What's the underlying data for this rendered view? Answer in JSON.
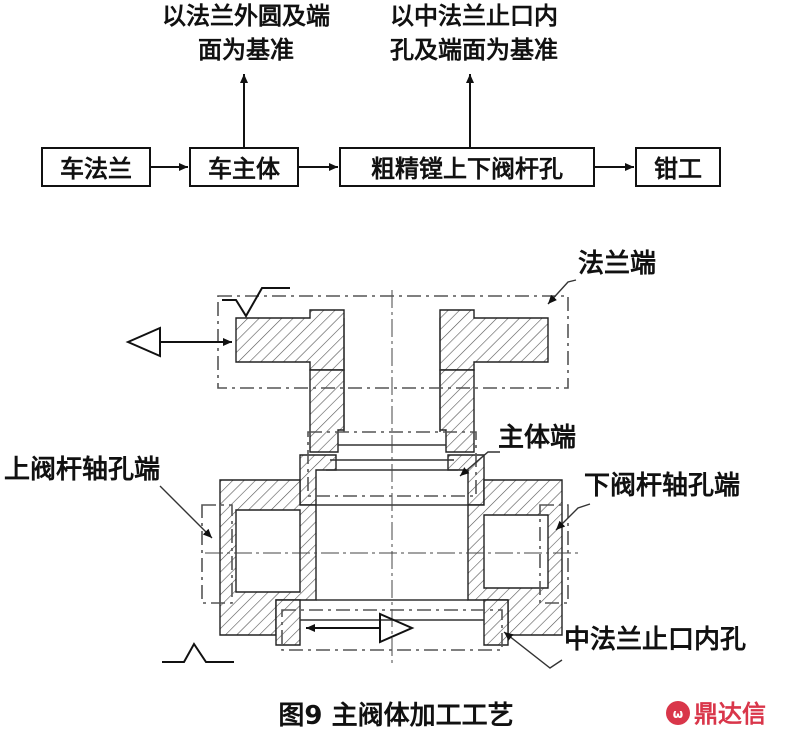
{
  "process_flow": {
    "steps": [
      "车法兰",
      "车主体",
      "粗精镗上下阀杆孔",
      "钳工"
    ],
    "notes": {
      "flange_basis": [
        "以法兰外圆及端",
        "面为基准"
      ],
      "middle_flange_basis": [
        "以中法兰止口内",
        "孔及端面为基准"
      ]
    }
  },
  "drawing": {
    "labels": {
      "flange_end": "法兰端",
      "body_end": "主体端",
      "upper_stem_hole_end": "上阀杆轴孔端",
      "lower_stem_hole_end": "下阀杆轴孔端",
      "middle_flange_bore": "中法兰止口内孔"
    }
  },
  "caption": "图9  主阀体加工工艺",
  "watermark": "鼎达信"
}
